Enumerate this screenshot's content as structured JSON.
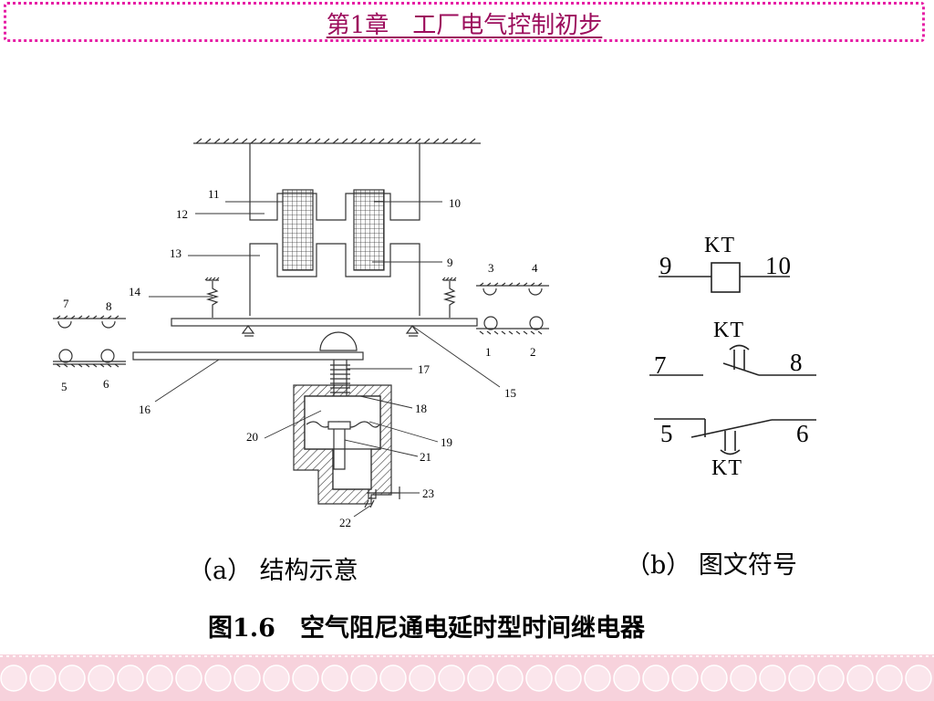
{
  "header": {
    "title": "第1章　工厂电气控制初步"
  },
  "structure_diagram": {
    "part_labels": [
      "11",
      "10",
      "12",
      "13",
      "9",
      "3",
      "4",
      "14",
      "7",
      "8",
      "1",
      "2",
      "17",
      "15",
      "5",
      "6",
      "16",
      "18",
      "20",
      "19",
      "21",
      "23",
      "22"
    ],
    "caption": "（a） 结构示意"
  },
  "symbol_diagram": {
    "coil": {
      "tag": "KT",
      "left_terminal": "9",
      "right_terminal": "10"
    },
    "nc_contact": {
      "tag": "KT",
      "left_terminal": "7",
      "right_terminal": "8"
    },
    "no_contact": {
      "tag": "KT",
      "left_terminal": "5",
      "right_terminal": "6"
    },
    "caption": "（b） 图文符号"
  },
  "figure": {
    "title": "图1.6　空气阻尼通电延时型时间继电器"
  },
  "colors": {
    "header_border": "#e61fa5",
    "header_text": "#9c0c5c",
    "footer_band": "#f7d2dc"
  }
}
